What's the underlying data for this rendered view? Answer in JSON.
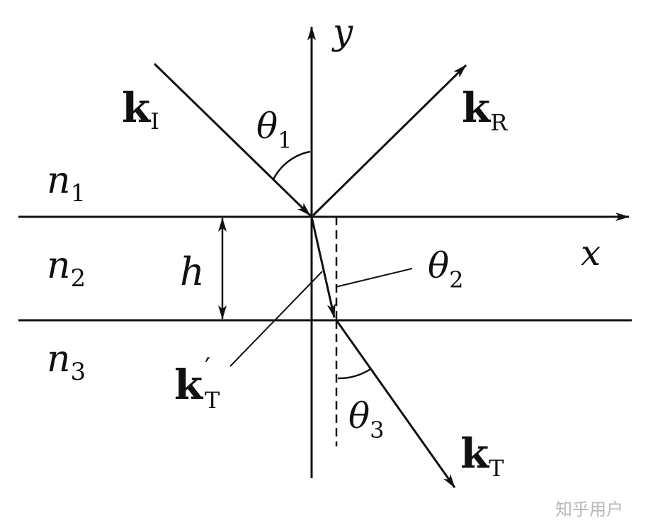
{
  "labels": {
    "y_axis": "y",
    "x_axis": "x",
    "n1": {
      "base": "n",
      "sub": "1"
    },
    "n2": {
      "base": "n",
      "sub": "2"
    },
    "n3": {
      "base": "n",
      "sub": "3"
    },
    "h": "h",
    "theta1": {
      "base": "θ",
      "sub": "1"
    },
    "theta2": {
      "base": "θ",
      "sub": "2"
    },
    "theta3": {
      "base": "θ",
      "sub": "3"
    },
    "kI": {
      "base": "k",
      "sub": "I"
    },
    "kR": {
      "base": "k",
      "sub": "R"
    },
    "kT": {
      "base": "k",
      "sub": "T"
    },
    "kT_prime": {
      "base": "k",
      "prime": "′",
      "sub": "T"
    }
  },
  "watermark": "知乎用户",
  "colors": {
    "ink": "#111111",
    "watermark": "#b8b8b8",
    "background": "#ffffff"
  }
}
